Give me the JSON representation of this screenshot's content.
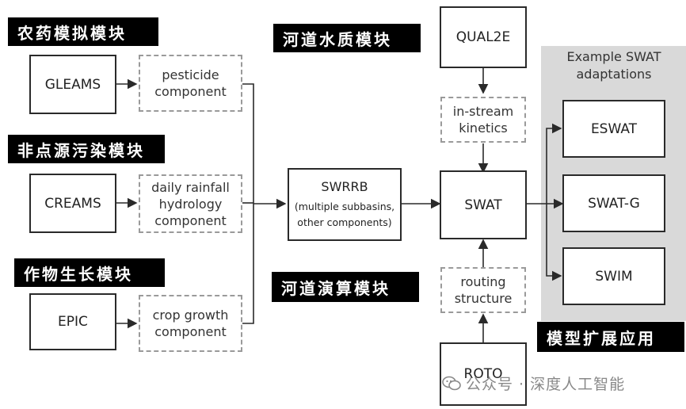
{
  "tags": {
    "pesticide": "农药模拟模块",
    "nonpoint": "非点源污染模块",
    "crop": "作物生长模块",
    "river_quality": "河道水质模块",
    "river_routing": "河道演算模块",
    "expansion": "模型扩展应用"
  },
  "models": {
    "gleams": "GLEAMS",
    "creams": "CREAMS",
    "epic": "EPIC",
    "qual2e": "QUAL2E",
    "swat": "SWAT",
    "roto": "ROTO",
    "swrrb_title": "SWRRB",
    "swrrb_sub": "(multiple subbasins, other components)"
  },
  "components": {
    "pesticide": "pesticide component",
    "rainfall": "daily rainfall hydrology component",
    "crop_growth": "crop growth component",
    "instream": "in-stream kinetics",
    "routing": "routing structure"
  },
  "adaptations": {
    "title": "Example SWAT adaptations",
    "items": [
      "ESWAT",
      "SWAT-G",
      "SWIM"
    ]
  },
  "watermark": "公众号 · 深度人工智能",
  "colors": {
    "tag_bg": "#000000",
    "panel_bg": "#d9d9d9",
    "dash": "#9a9a9a",
    "line": "#2a2a2a"
  }
}
